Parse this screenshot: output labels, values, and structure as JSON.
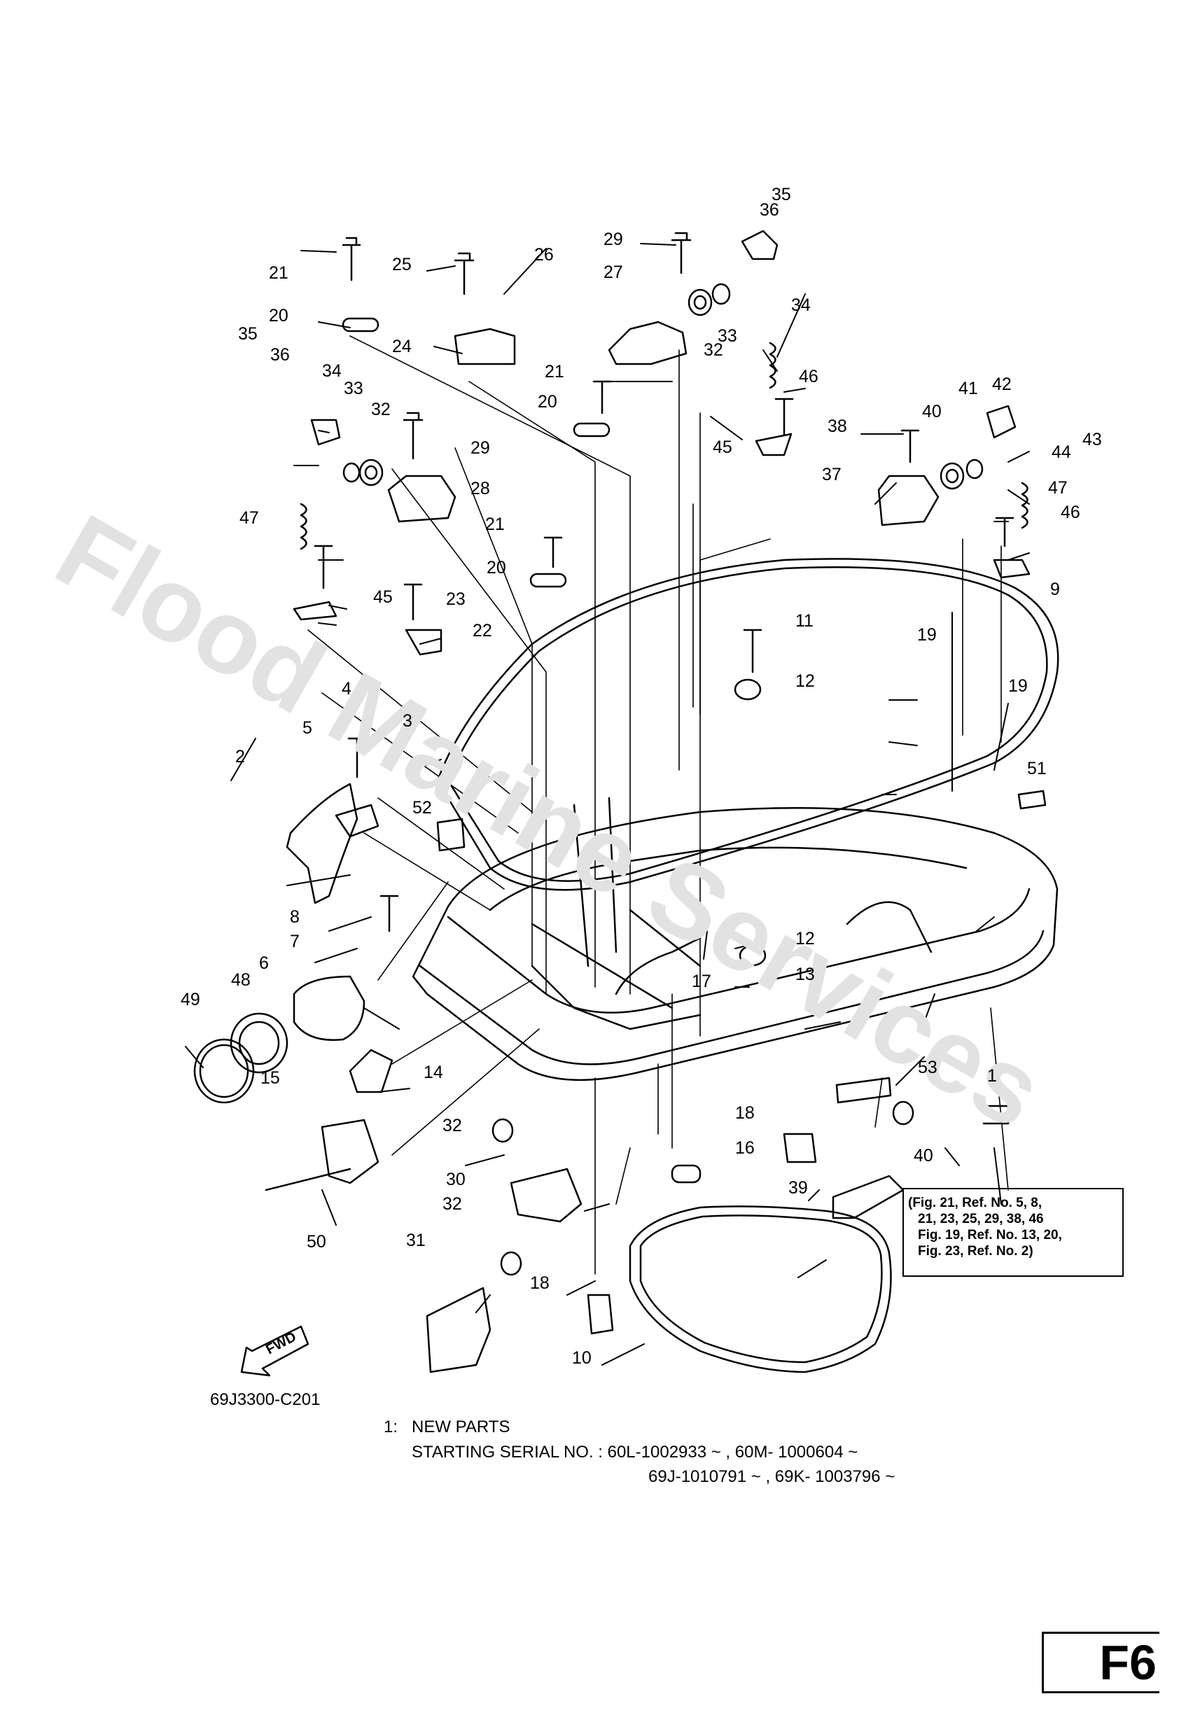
{
  "watermark": "Flood Marine Services",
  "callouts": [
    "1",
    "2",
    "3",
    "4",
    "5",
    "6",
    "7",
    "8",
    "9",
    "10",
    "11",
    "12",
    "12",
    "13",
    "14",
    "15",
    "16",
    "17",
    "18",
    "18",
    "19",
    "19",
    "20",
    "20",
    "20",
    "21",
    "21",
    "21",
    "22",
    "23",
    "24",
    "25",
    "26",
    "27",
    "28",
    "29",
    "29",
    "30",
    "31",
    "32",
    "32",
    "32",
    "32",
    "33",
    "33",
    "34",
    "34",
    "35",
    "35",
    "36",
    "36",
    "37",
    "38",
    "39",
    "40",
    "40",
    "41",
    "42",
    "43",
    "44",
    "45",
    "45",
    "46",
    "46",
    "47",
    "47",
    "48",
    "49",
    "50",
    "51",
    "52",
    "53"
  ],
  "note_lines": [
    "(Fig. 21, Ref. No. 5, 8,",
    "21, 23, 25, 29, 38, 46",
    "Fig. 19, Ref. No. 13, 20,",
    "Fig. 23, Ref. No. 2)"
  ],
  "fwd_label": "FWD",
  "diagram_code": "69J3300-C201",
  "footnote": {
    "ref": "1:",
    "title": "NEW PARTS",
    "serial_line1": "STARTING SERIAL NO. : 60L-1002933 ~ , 60M- 1000604 ~",
    "serial_line2": "69J-1010791 ~ , 69K- 1003796 ~"
  },
  "page_label": "F6"
}
